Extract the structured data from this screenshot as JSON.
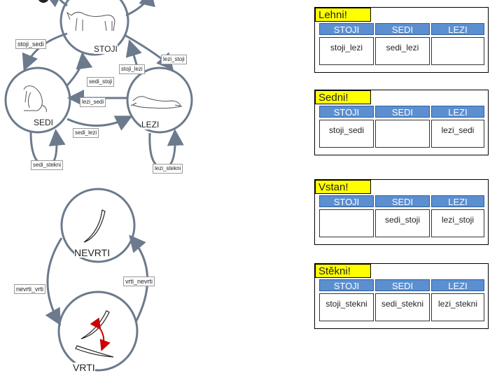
{
  "diagram": {
    "states": {
      "stoji": "STOJI",
      "sedi": "SEDI",
      "lezi": "LEZI",
      "nevrti": "NEVRTI",
      "vrti": "VRTI"
    },
    "transitions": {
      "stoji_sedi": "stoji_sedi",
      "lezi_stoji": "lezi_stoji",
      "stoji_lezi": "stoji_lezi",
      "sedi_stoji": "sedi_stoji",
      "lezi_sedi": "lezi_sedi",
      "sedi_lezi": "sedi_lezi",
      "sedi_stekni": "sedi_stekni",
      "lezi_stekni": "lezi_stekni",
      "vrti_nevrti": "vrti_nevrti",
      "nevrti_vrti": "nevrti_vrti"
    }
  },
  "panels": [
    {
      "title": "Lehni!",
      "headers": [
        "STOJI",
        "SEDI",
        "LEZI"
      ],
      "cells": [
        "stoji_lezi",
        "sedi_lezi",
        ""
      ]
    },
    {
      "title": "Sedni!",
      "headers": [
        "STOJI",
        "SEDI",
        "LEZI"
      ],
      "cells": [
        "stoji_sedi",
        "",
        "lezi_sedi"
      ]
    },
    {
      "title": "Vstan!",
      "headers": [
        "STOJI",
        "SEDI",
        "LEZI"
      ],
      "cells": [
        "",
        "sedi_stoji",
        "lezi_stoji"
      ]
    },
    {
      "title": "Stěkni!",
      "headers": [
        "STOJI",
        "SEDI",
        "LEZI"
      ],
      "cells": [
        "stoji_stekni",
        "sedi_stekni",
        "lezi_stekni"
      ]
    }
  ],
  "colors": {
    "header": "#5b8fd0",
    "title": "#ffff00",
    "arrow": "#6b7a8c",
    "accent_arrow": "#cc0000"
  }
}
